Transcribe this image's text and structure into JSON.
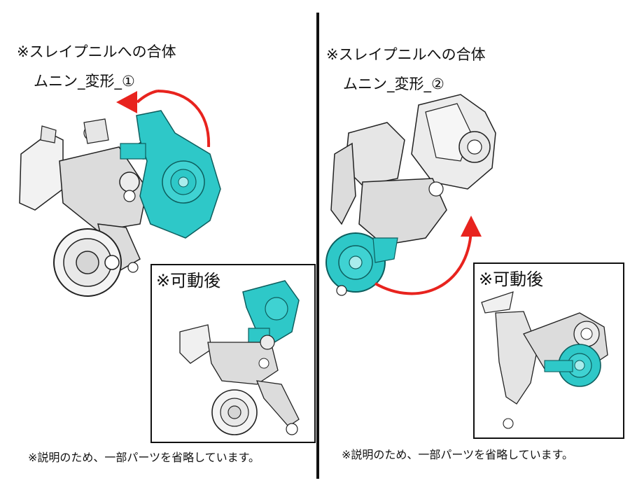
{
  "left": {
    "title": "※スレイプニルへの合体",
    "subtitle": "ムニン_変形_①",
    "inset_label": "※可動後",
    "note": "※説明のため、一部パーツを省略しています。"
  },
  "right": {
    "title": "※スレイプニルへの合体",
    "subtitle": "ムニン_変形_②",
    "inset_label": "※可動後",
    "note": "※説明のため、一部パーツを省略しています。"
  },
  "colors": {
    "highlight": "#2ec8c8",
    "arrow": "#e8231e",
    "line": "#222222",
    "part_fill": "#e6e6e6"
  }
}
